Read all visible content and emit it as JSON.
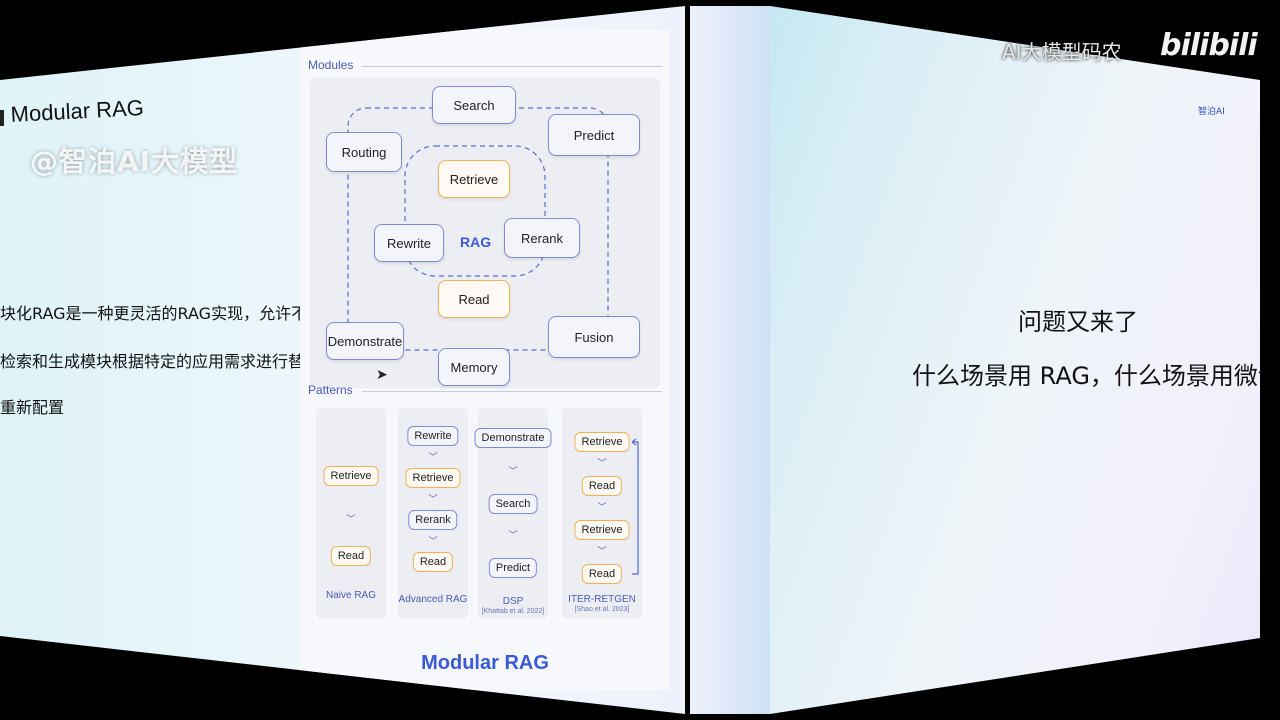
{
  "overlay": {
    "channel_name": "AI大模型码农",
    "platform_logo": "bilibili"
  },
  "left_slide": {
    "title": "Modular RAG",
    "watermark": "@智泊AI大模型",
    "body_lines": [
      "块化RAG是一种更灵活的RAG实现，允许不同",
      "检索和生成模块根据特定的应用需求进行替换",
      "重新配置"
    ]
  },
  "figure": {
    "modules_label": "Modules",
    "modules": {
      "search": "Search",
      "routing": "Routing",
      "predict": "Predict",
      "retrieve": "Retrieve",
      "rewrite": "Rewrite",
      "rag": "RAG",
      "rerank": "Rerank",
      "read": "Read",
      "demonstrate": "Demonstrate",
      "fusion": "Fusion",
      "memory": "Memory"
    },
    "patterns_label": "Patterns",
    "patterns": [
      {
        "name": "Naive RAG",
        "cite": "",
        "steps": [
          "Retrieve",
          "Read"
        ]
      },
      {
        "name": "Advanced RAG",
        "cite": "",
        "steps": [
          "Rewrite",
          "Retrieve",
          "Rerank",
          "Read"
        ]
      },
      {
        "name": "DSP",
        "cite": "[Khattab et al. 2022]",
        "steps": [
          "Demonstrate",
          "Search",
          "Predict"
        ]
      },
      {
        "name": "ITER-RETGEN",
        "cite": "[Shao et al. 2023]",
        "steps": [
          "Retrieve",
          "Read",
          "Retrieve",
          "Read"
        ]
      }
    ],
    "caption": "Modular RAG"
  },
  "right_slide": {
    "question_line1": "问题又来了",
    "question_line2": "什么场景用 RAG，什么场景用微调？",
    "corner_logo": "智泊AI"
  }
}
